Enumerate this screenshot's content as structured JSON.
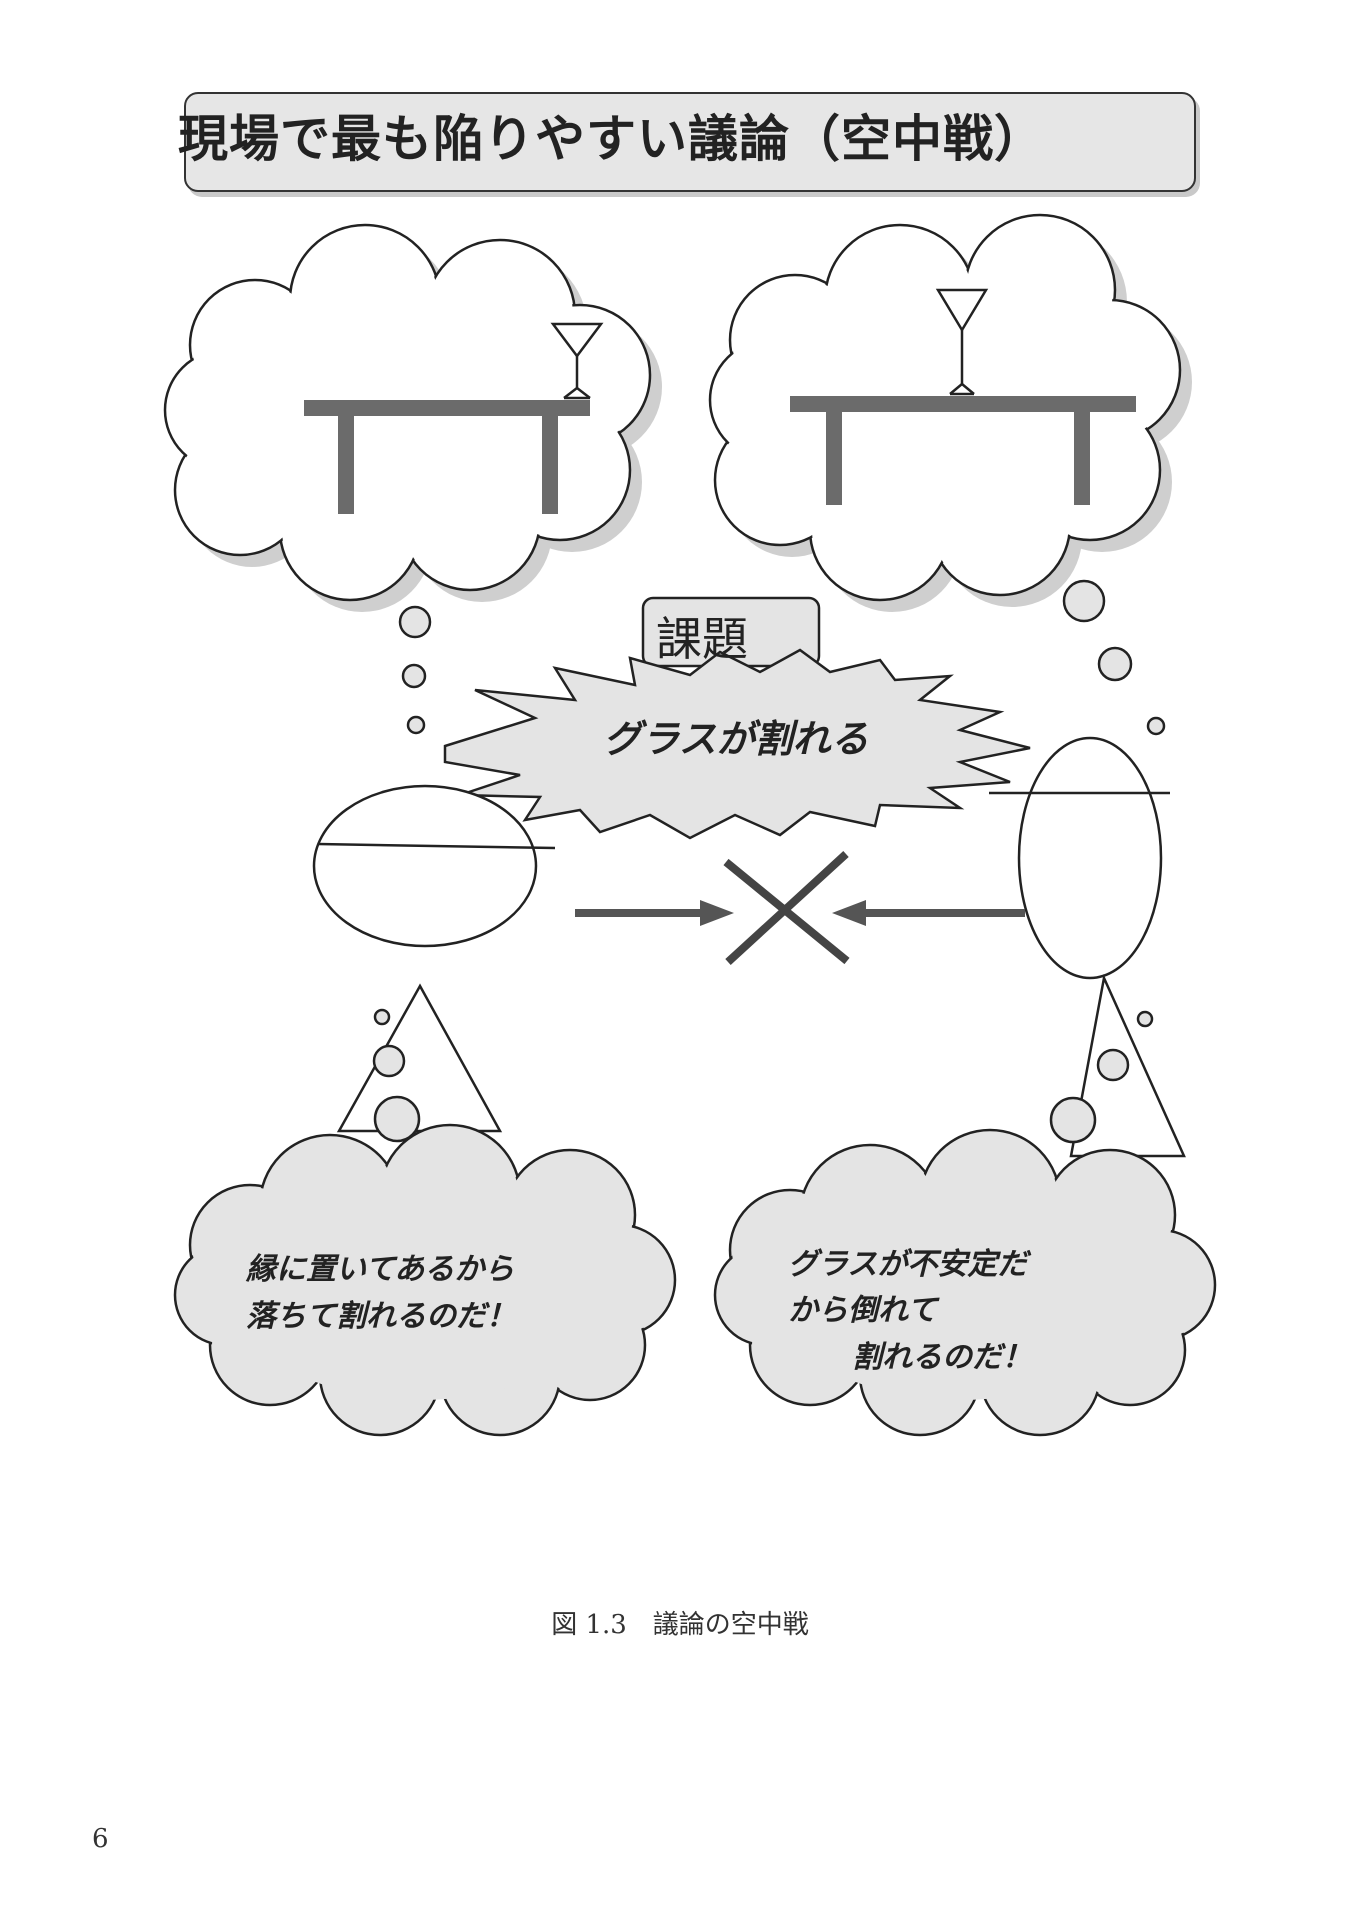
{
  "title": "現場で最も陥りやすい議論（空中戦）",
  "issue_label": "課題",
  "issue_text": "グラスが割れる",
  "left_opinion": [
    "縁に置いてあるから",
    "落ちて割れるのだ！"
  ],
  "right_opinion": [
    "グラスが不安定だ",
    "から倒れて",
    "割れるのだ！"
  ],
  "caption": "図 1.3　議論の空中戦",
  "page_number": "6",
  "colors": {
    "bubble_fill": "#e4e4e4",
    "table": "#6b6b6b",
    "arrow": "#555555",
    "line": "#222222"
  }
}
